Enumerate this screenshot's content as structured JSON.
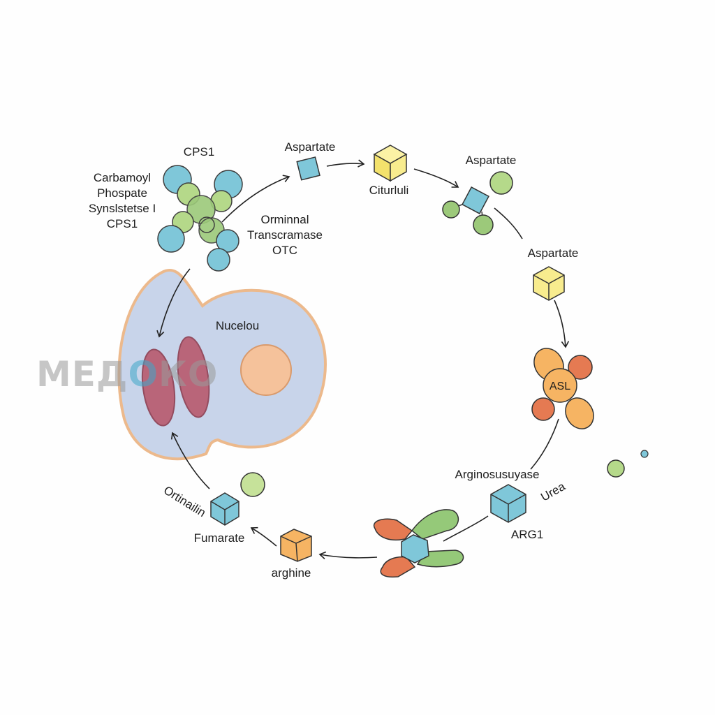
{
  "labels": {
    "cps1_top": "CPS1",
    "carbamoyl": [
      "Carbamoyl",
      "Phospate",
      "Synslstetse I",
      "CPS1"
    ],
    "aspartate_1": "Aspartate",
    "citurluli": "Citurluli",
    "aspartate_2": "Aspartate",
    "ornithine_transc": [
      "Orminnal",
      "Transcramase",
      "OTC"
    ],
    "aspartate_3": "Aspartate",
    "nucleus": "Nucelou",
    "asl": "ASL",
    "arginosuccinase": "Arginosusuyase",
    "urea": "Urea",
    "arg1": "ARG1",
    "ornithine": "Ortinailin",
    "fumarate": "Fumarate",
    "arginine": "arghine"
  },
  "watermark": {
    "prefix": "МЕД",
    "accent": "О",
    "suffix": "КО"
  },
  "colors": {
    "cell_fill": "#c8d4ea",
    "cell_border": "#ecb98c",
    "nucleolus": "#f5c29b",
    "mitochondria": "#b8566a",
    "blue": "#7fc7d9",
    "green": "#b5d98a",
    "yellow": "#f8ec8e",
    "orange": "#f6b463",
    "red": "#e57a52"
  }
}
